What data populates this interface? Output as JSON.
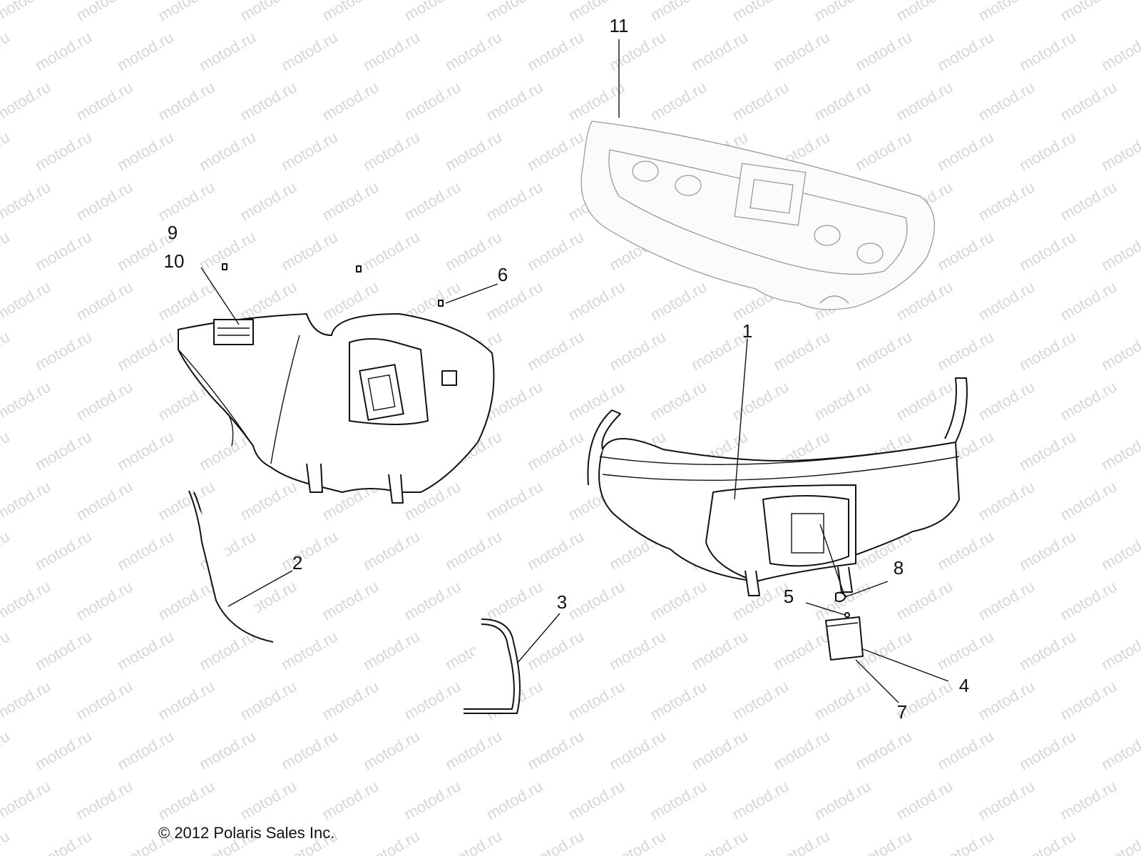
{
  "watermark": "motod.ru",
  "copyright": "© 2012 Polaris Sales Inc.",
  "callouts": {
    "c1": "1",
    "c2": "2",
    "c3": "3",
    "c4": "4",
    "c5": "5",
    "c6": "6",
    "c7": "7",
    "c8": "8",
    "c9": "9",
    "c10": "10",
    "c11": "11"
  }
}
